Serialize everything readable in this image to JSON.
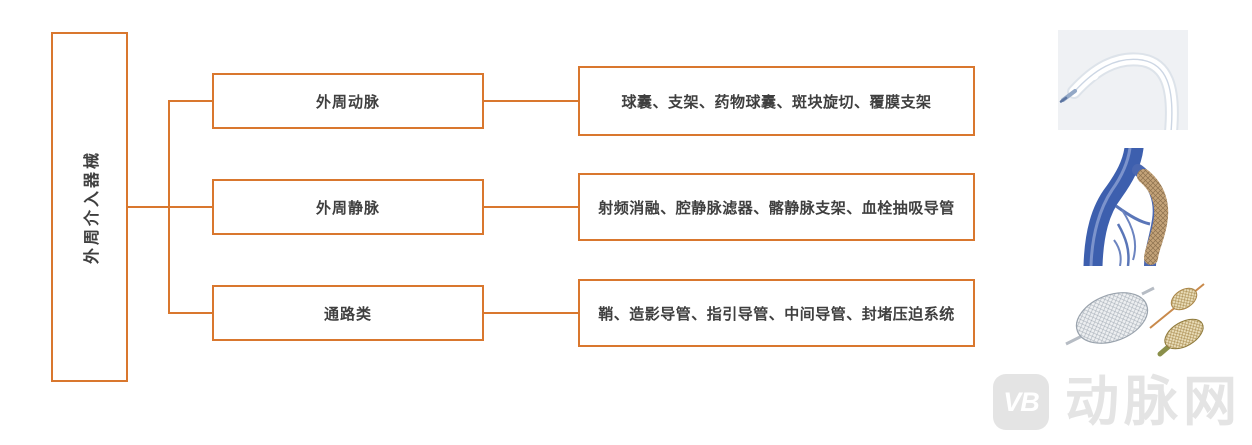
{
  "diagram": {
    "root": {
      "label": "外周介入器械"
    },
    "branches": [
      {
        "category": "外周动脉",
        "items": "球囊、支架、药物球囊、斑块旋切、覆膜支架"
      },
      {
        "category": "外周静脉",
        "items": "射频消融、腔静脉滤器、髂静脉支架、血栓抽吸导管"
      },
      {
        "category": "通路类",
        "items": "鞘、造影导管、指引导管、中间导管、封堵压迫系统"
      }
    ],
    "colors": {
      "accent": "#d9772e",
      "text": "#3f3f3f"
    }
  },
  "illustrations": [
    {
      "name": "balloon-catheter-illustration"
    },
    {
      "name": "iliac-vein-stent-illustration"
    },
    {
      "name": "vena-cava-filter-and-occluder-illustration"
    }
  ],
  "watermark": {
    "logo": "VB",
    "brand": "动脉网",
    "color": "#e4e4e4"
  }
}
